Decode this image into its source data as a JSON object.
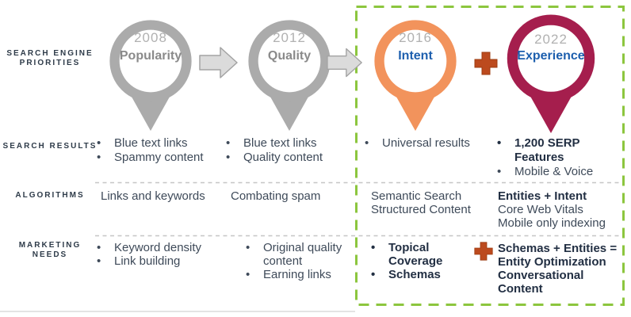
{
  "colors": {
    "pin_gray": "#ABABAB",
    "pin_orange": "#F2935C",
    "pin_magenta": "#A51E4D",
    "accent_blue": "#1D5FAE",
    "plus_red": "#BC4A1E",
    "box_green": "#8CC63E",
    "divider_gray": "#C6C6C6",
    "arrow_fill": "#DBDBDB"
  },
  "row_labels": {
    "priorities": "SEARCH ENGINE PRIORITIES",
    "search_results": "SEARCH RESULTS",
    "algorithms": "ALGORITHMS",
    "marketing_needs": "MARKETING NEEDS"
  },
  "timeline": {
    "pins": [
      {
        "year": "2008",
        "label": "Popularity"
      },
      {
        "year": "2012",
        "label": "Quality"
      },
      {
        "year": "2016",
        "label": "Intent"
      },
      {
        "year": "2022",
        "label": "Experience"
      }
    ]
  },
  "search_results": {
    "y2008": [
      "Blue text links",
      "Spammy content"
    ],
    "y2012": [
      "Blue text links",
      "Quality content"
    ],
    "y2016": [
      "Universal results"
    ],
    "y2022": [
      "1,200 SERP Features",
      "Mobile & Voice"
    ]
  },
  "algorithms": {
    "y2008": [
      "Links and keywords"
    ],
    "y2012": [
      "Combating spam"
    ],
    "y2016": [
      "Semantic Search",
      "Structured Content"
    ],
    "y2022": [
      "Entities + Intent",
      "Core Web Vitals",
      "Mobile only indexing"
    ]
  },
  "marketing_needs": {
    "y2008": [
      "Keyword density",
      "Link building"
    ],
    "y2012": [
      "Original quality content",
      "Earning links"
    ],
    "y2016": [
      "Topical Coverage",
      "Schemas"
    ],
    "y2022": [
      "Schemas + Entities =",
      "Entity Optimization",
      "Conversational",
      "Content"
    ]
  }
}
